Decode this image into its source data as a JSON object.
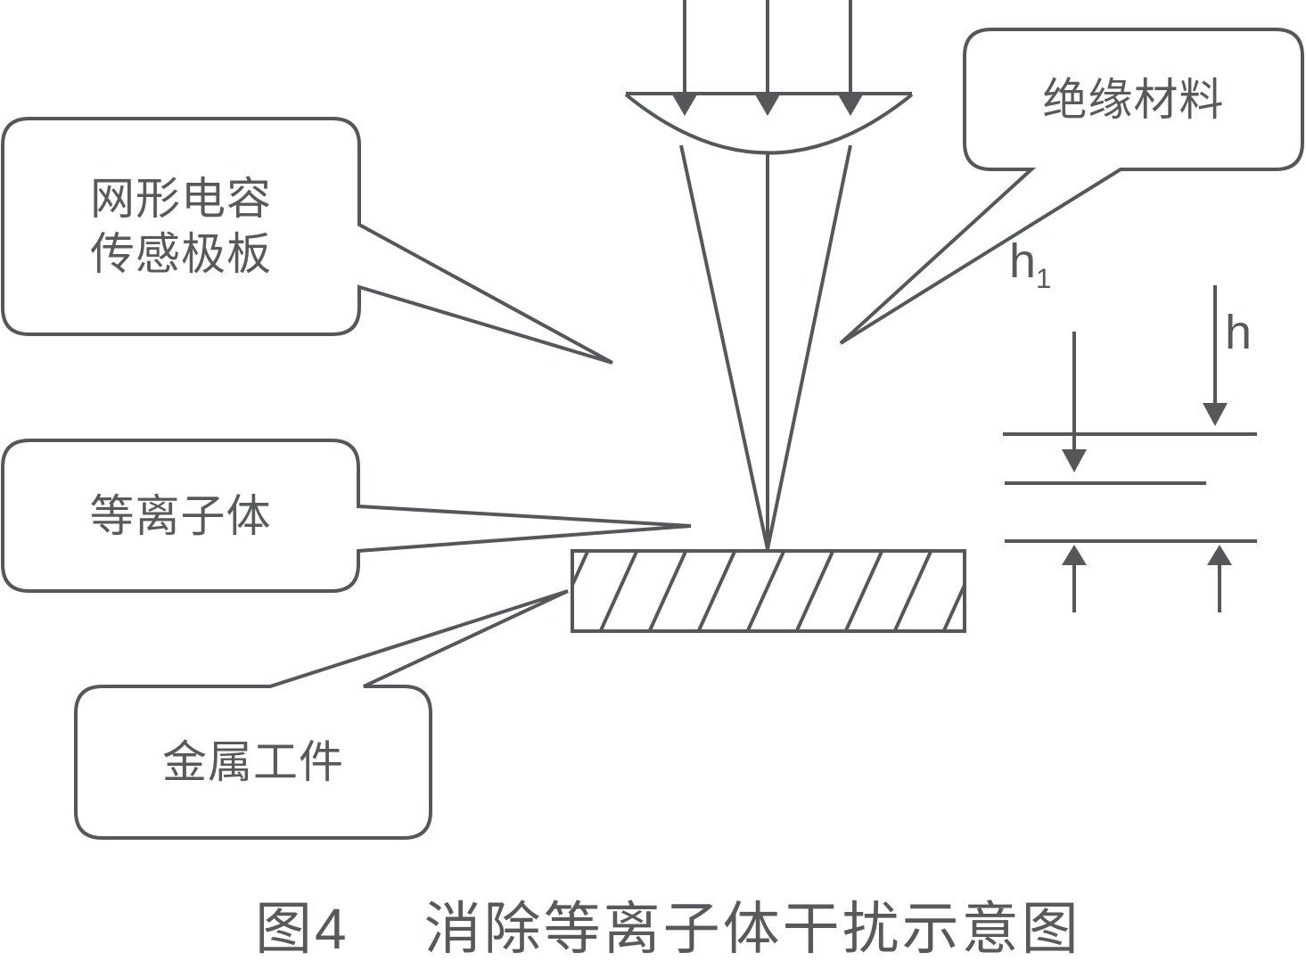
{
  "diagram": {
    "callouts": {
      "mesh_plate": {
        "line1": "网形电容",
        "line2": "传感极板"
      },
      "plasma": {
        "text": "等离子体"
      },
      "metal_workpiece": {
        "text": "金属工件"
      },
      "insulation": {
        "text": "绝缘材料"
      }
    },
    "dimensions": {
      "h1_main": "h",
      "h1_sub": "1",
      "h": "h"
    },
    "caption": {
      "prefix": "图4",
      "title": "消除等离子体干扰示意图"
    }
  },
  "colors": {
    "stroke": "#56575a",
    "text": "#58595b",
    "background": "#ffffff"
  }
}
